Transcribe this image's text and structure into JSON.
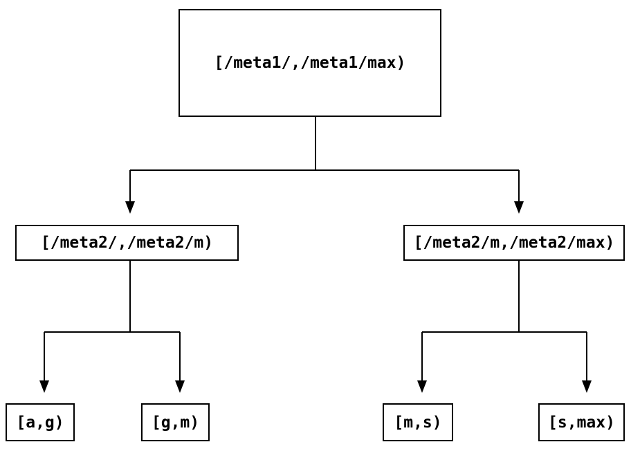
{
  "colors": {
    "background": "#ffffff",
    "line": "#000000",
    "node_border": "#000000",
    "text": "#000000"
  },
  "tree": {
    "nodes": {
      "root": {
        "label": "[/meta1/,/meta1/max)"
      },
      "meta2_left": {
        "label": "[/meta2/,/meta2/m)"
      },
      "meta2_right": {
        "label": "[/meta2/m,/meta2/max)"
      },
      "leaf_ag": {
        "label": "[a,g)"
      },
      "leaf_gm": {
        "label": "[g,m)"
      },
      "leaf_ms": {
        "label": "[m,s)"
      },
      "leaf_smax": {
        "label": "[s,max)"
      }
    },
    "edges": [
      {
        "from": "root",
        "to": "meta2_left"
      },
      {
        "from": "root",
        "to": "meta2_right"
      },
      {
        "from": "meta2_left",
        "to": "leaf_ag"
      },
      {
        "from": "meta2_left",
        "to": "leaf_gm"
      },
      {
        "from": "meta2_right",
        "to": "leaf_ms"
      },
      {
        "from": "meta2_right",
        "to": "leaf_smax"
      }
    ]
  }
}
